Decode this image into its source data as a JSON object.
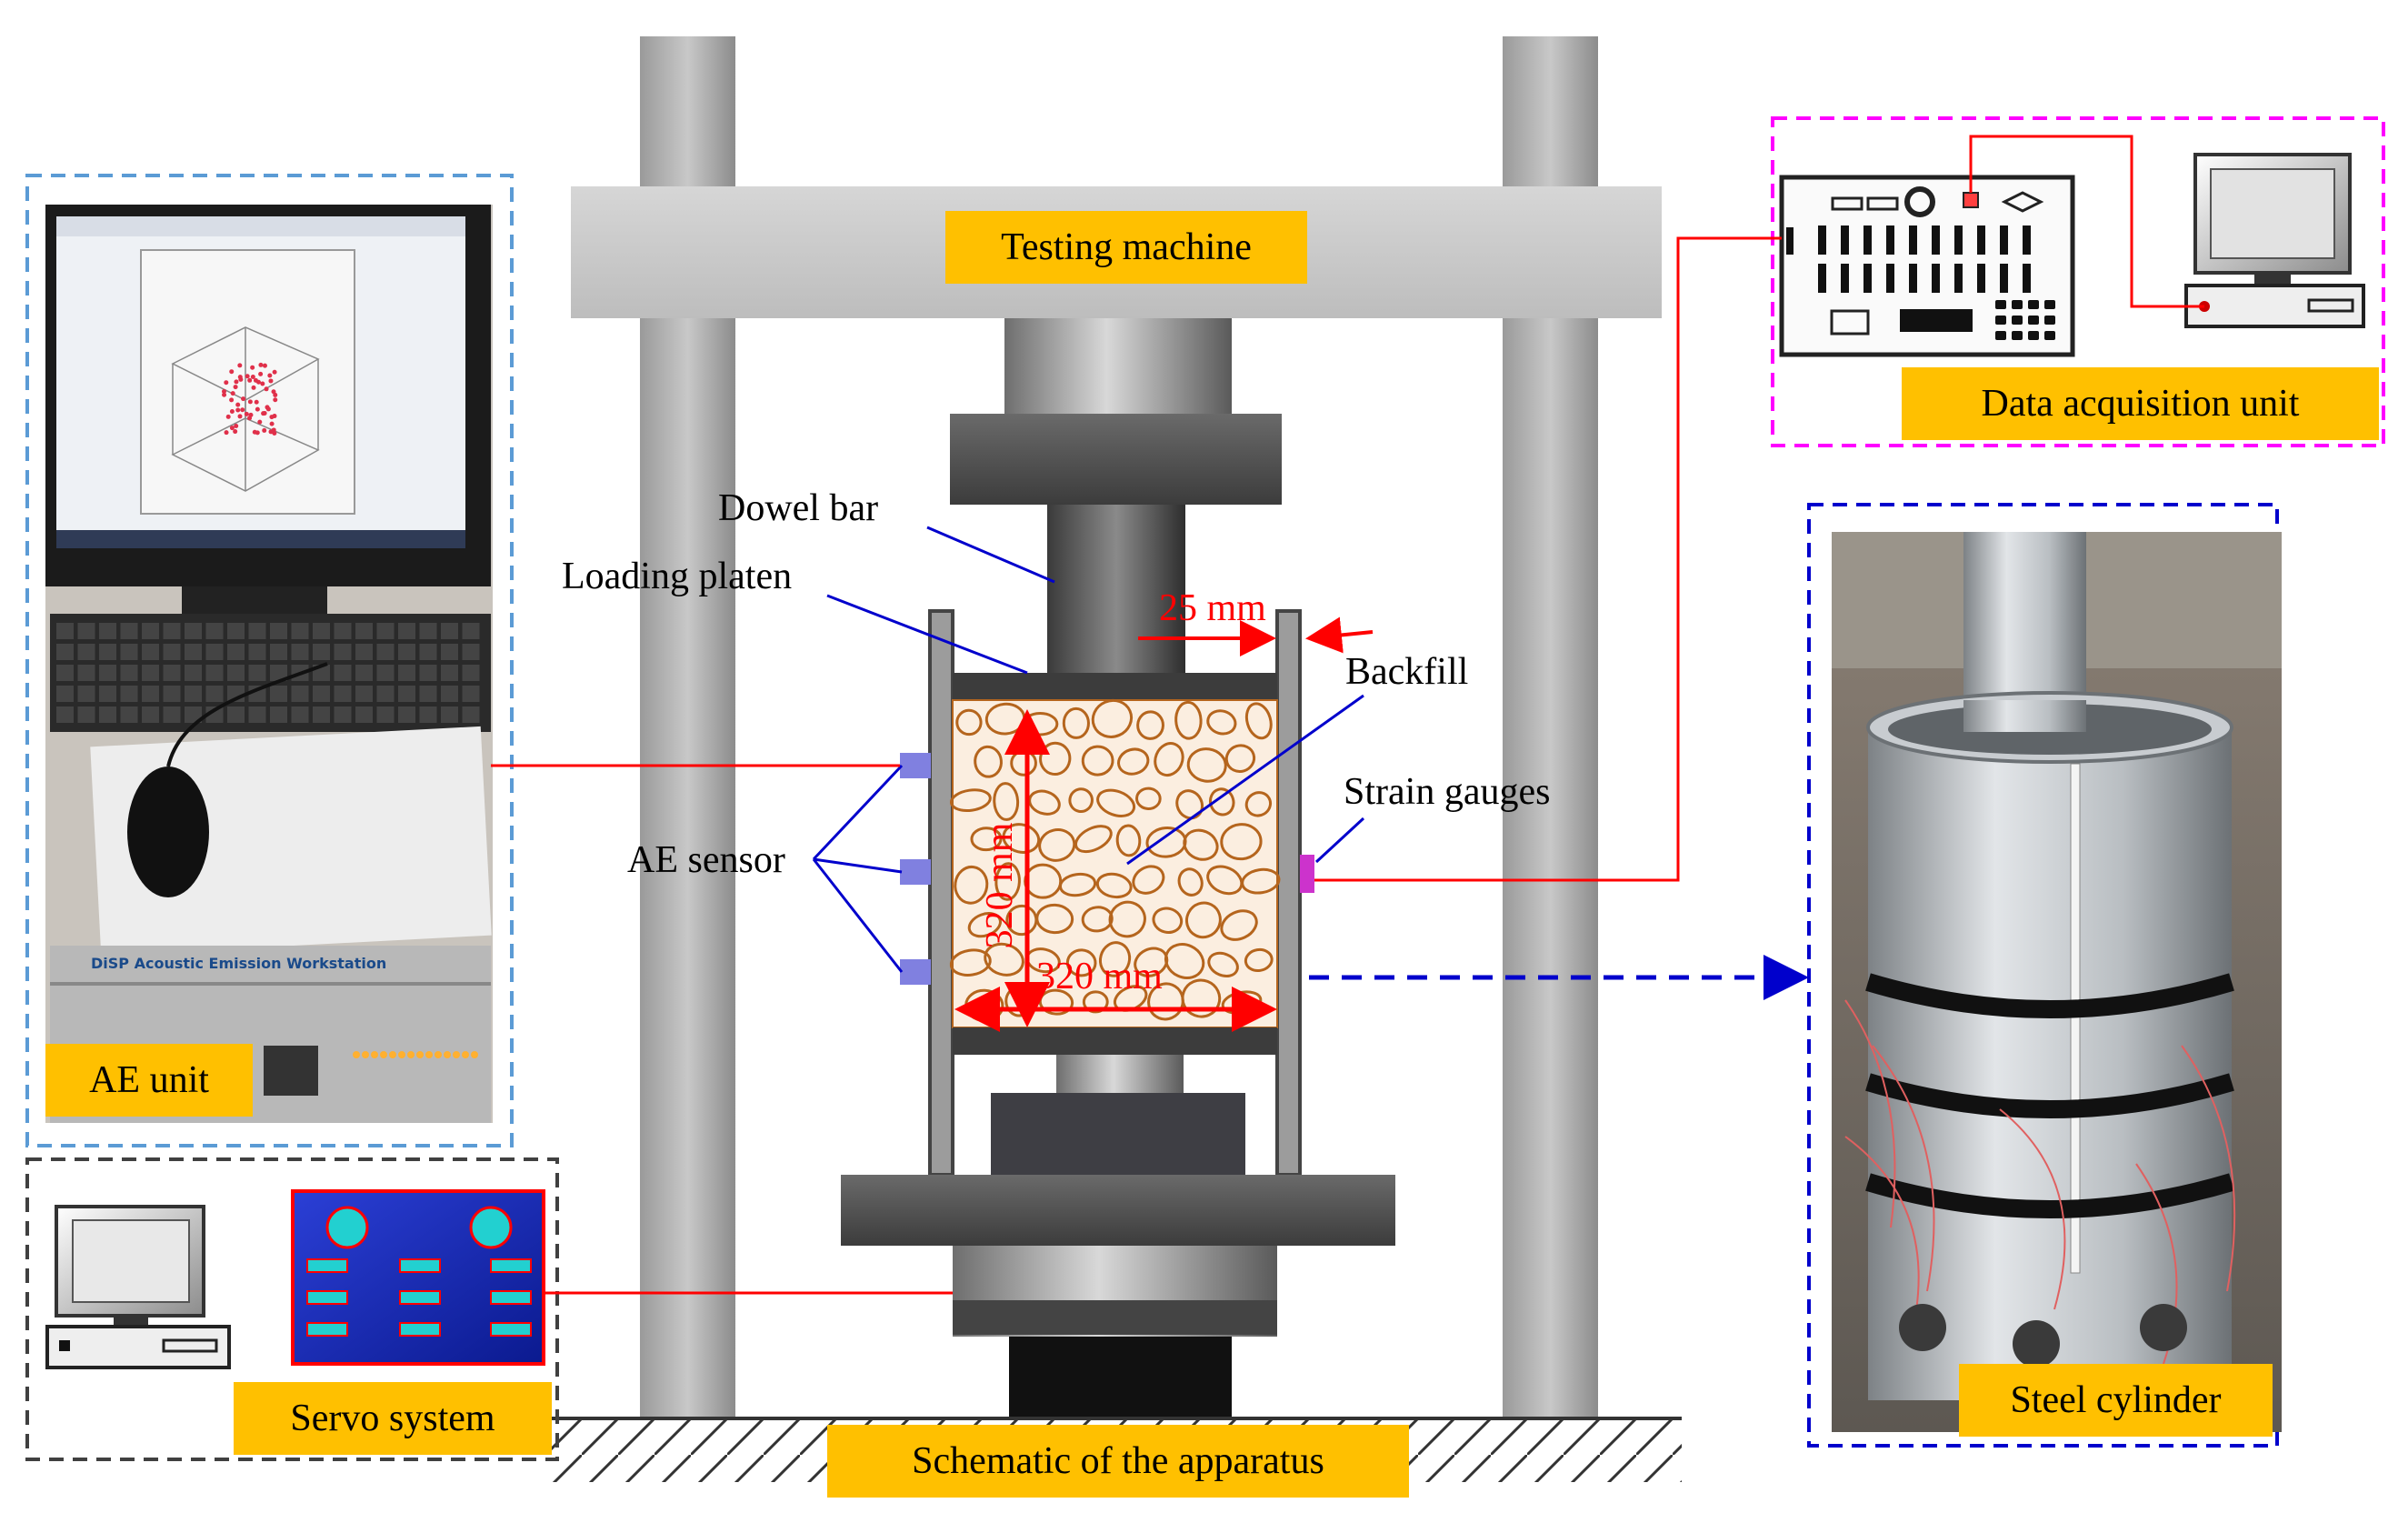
{
  "labels": {
    "testing_machine": "Testing machine",
    "data_acquisition_unit": "Data acquisition unit",
    "ae_unit": "AE unit",
    "servo_system": "Servo system",
    "schematic": "Schematic of the apparatus",
    "steel_cylinder": "Steel cylinder"
  },
  "annotations": {
    "dowel_bar": "Dowel bar",
    "loading_platen": "Loading platen",
    "backfill": "Backfill",
    "strain_gauges": "Strain gauges",
    "ae_sensor": "AE sensor",
    "wall_thickness": "25 mm",
    "height_dim": "320 mm",
    "width_dim": "320 mm"
  },
  "screen_text": {
    "workstation_brand": "DiSP Acoustic Emission Workstation"
  },
  "colors": {
    "label_fill": "#ffc000",
    "ae_box_border": "#5b9bd5",
    "servo_box_border": "#404040",
    "daq_box_border": "#ff00ff",
    "cylinder_box_border": "#0000cc",
    "connector_red": "#ff0000",
    "pointer_blue": "#0000cc",
    "sensor_purple": "#8080e0",
    "gauge_magenta": "#cc33cc",
    "backfill_outline": "#b5651d"
  }
}
